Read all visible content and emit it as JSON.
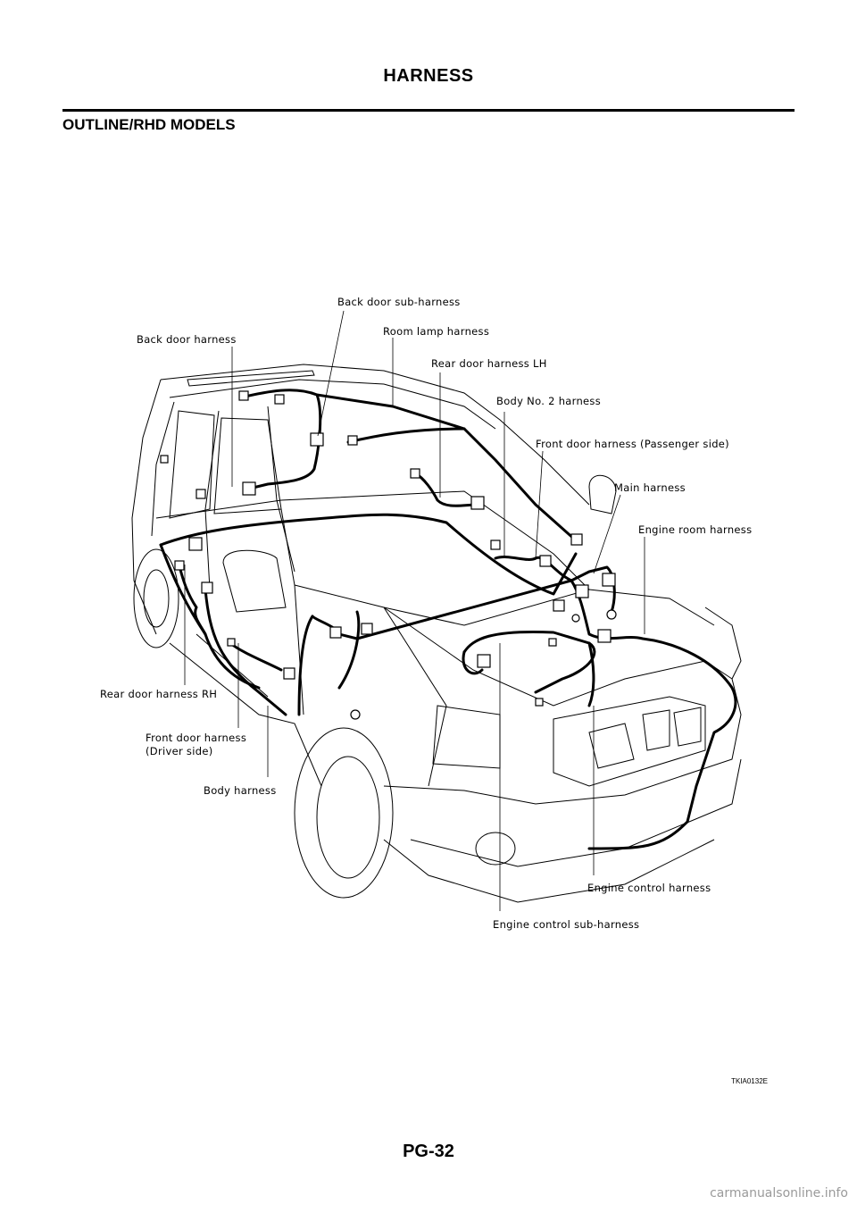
{
  "header": {
    "title": "HARNESS"
  },
  "section": {
    "title": "OUTLINE/RHD MODELS"
  },
  "diagram": {
    "labels": {
      "back_door_sub": "Back door sub-harness",
      "back_door": "Back door harness",
      "room_lamp": "Room lamp harness",
      "rear_door_lh": "Rear door harness LH",
      "body_no2": "Body No. 2 harness",
      "front_door_passenger": "Front door harness (Passenger side)",
      "main": "Main harness",
      "engine_room": "Engine room harness",
      "rear_door_rh": "Rear door harness RH",
      "front_door_driver_1": "Front door harness",
      "front_door_driver_2": "(Driver side)",
      "body": "Body harness",
      "engine_control": "Engine control harness",
      "engine_control_sub": "Engine control sub-harness"
    },
    "figure_code": "TKIA0132E"
  },
  "footer": {
    "page_number": "PG-32",
    "watermark": "carmanualsonline.info"
  }
}
